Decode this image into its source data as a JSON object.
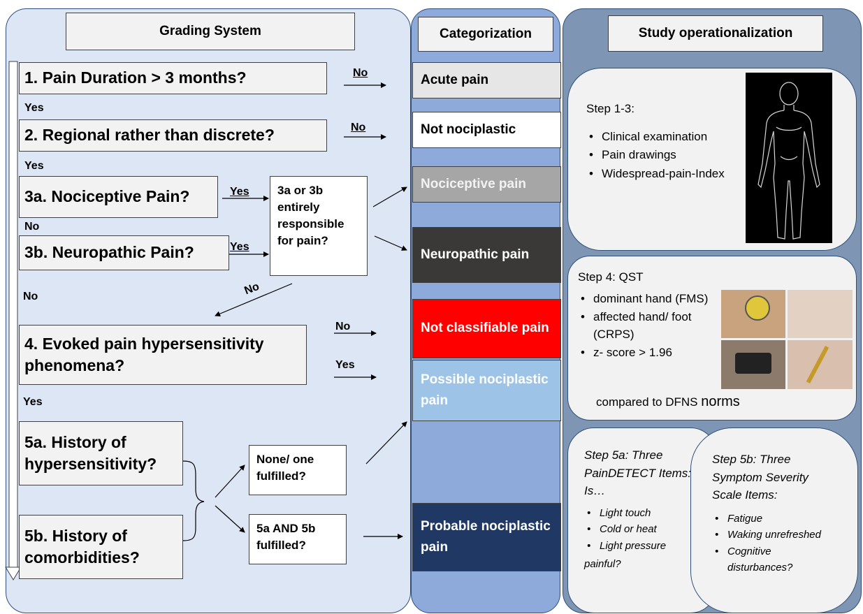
{
  "headers": {
    "grading": "Grading System",
    "categorization": "Categorization",
    "study": "Study operationalization"
  },
  "grading": {
    "q1": "1. Pain Duration > 3 months?",
    "q2": "2. Regional rather than discrete?",
    "q3a": "3a. Nociceptive Pain?",
    "q3b": "3b. Neuropathic Pain?",
    "q3_decision": "3a or 3b entirely responsible for pain?",
    "q4_line1": "4. Evoked pain hypersensitivity",
    "q4_line2": "phenomena?",
    "q5a_line1": "5a. History of",
    "q5a_line2": "hypersensitivity?",
    "q5b_line1": "5b. History of",
    "q5b_line2": "comorbidities?",
    "d5_none": "None/ one fulfilled?",
    "d5_and": "5a AND 5b fulfilled?"
  },
  "edge_labels": {
    "no": "No",
    "yes": "Yes"
  },
  "categories": [
    {
      "label": "Acute pain",
      "bg": "#e7e6e6",
      "fg": "#000000"
    },
    {
      "label": "Not nociplastic",
      "bg": "#ffffff",
      "fg": "#000000"
    },
    {
      "label": "Nociceptive pain",
      "bg": "#a6a6a6",
      "fg": "#f2f2f2"
    },
    {
      "label": "Neuropathic pain",
      "bg": "#3b3838",
      "fg": "#ffffff"
    },
    {
      "label": "Not classifiable pain",
      "bg": "#ff0000",
      "fg": "#ffffff"
    },
    {
      "label": "Possible nociplastic pain",
      "bg": "#9dc3e6",
      "fg": "#ffffff"
    },
    {
      "label": "Probable nociplastic pain",
      "bg": "#203864",
      "fg": "#ffffff"
    }
  ],
  "study": {
    "step13_title": "Step 1-3:",
    "step13_items": [
      "Clinical examination",
      "Pain drawings",
      "Widespread-pain-Index"
    ],
    "step4_title": "Step 4: QST",
    "step4_items": [
      "dominant hand (FMS)",
      "affected hand/ foot (CRPS)",
      "z- score > 1.96"
    ],
    "step4_note_a": "compared to DFNS ",
    "step4_note_b": "norms",
    "step5a_title": "Step 5a: Three PainDETECT Items: Is…",
    "step5a_items": [
      "Light touch",
      "Cold or heat",
      "Light pressure"
    ],
    "step5a_tail": "painful?",
    "step5b_title": "Step 5b: Three Symptom Severity Scale Items:",
    "step5b_items": [
      "Fatigue",
      "Waking unrefreshed",
      "Cognitive disturbances?"
    ]
  },
  "colors": {
    "grading_panel": "#dde6f5",
    "categorization_panel": "#8eaadb",
    "study_panel": "#7e95b4",
    "card_bg": "#f2f2f2",
    "border": "#404040"
  }
}
